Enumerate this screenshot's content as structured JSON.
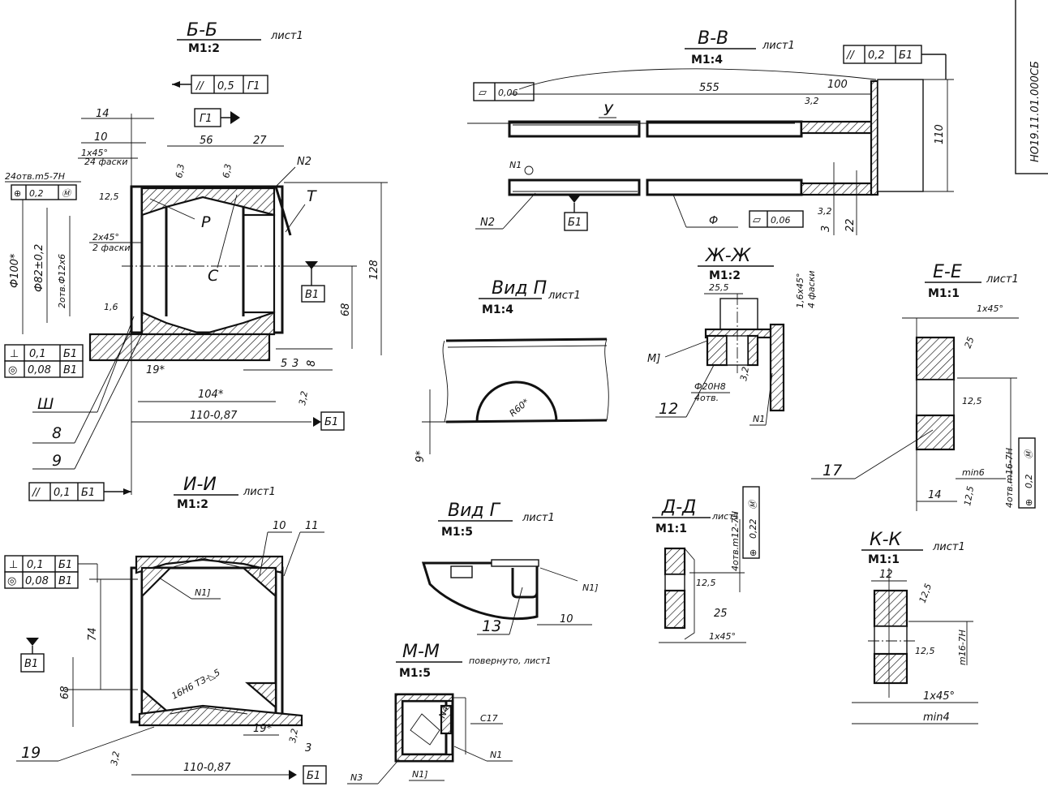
{
  "doc_code": "НО19.11.01.000СБ",
  "sections": {
    "bb": {
      "title": "Б-Б",
      "scale": "М1:2",
      "note": "лист1"
    },
    "vv": {
      "title": "В-В",
      "scale": "М1:4",
      "note": "лист1"
    },
    "zhzh": {
      "title": "Ж-Ж",
      "scale": "М1:2"
    },
    "ee": {
      "title": "Е-Е",
      "scale": "М1:1",
      "note": "лист1"
    },
    "vid_p": {
      "title": "Вид П",
      "scale": "М1:4",
      "note": "лист1"
    },
    "ii": {
      "title": "И-И",
      "scale": "М1:2",
      "note": "лист1"
    },
    "vid_g": {
      "title": "Вид Г",
      "scale": "М1:5",
      "note": "лист1"
    },
    "dd": {
      "title": "Д-Д",
      "scale": "М1:1",
      "note": "лист1"
    },
    "kk": {
      "title": "К-К",
      "scale": "М1:1",
      "note": "лист1"
    },
    "mm": {
      "title": "М-М",
      "scale": "М1:5",
      "note": "повернуто, лист1"
    }
  },
  "tolerances": {
    "bb_parallel": [
      "//",
      "0,5",
      "Г1"
    ],
    "bb_datum": "Г1",
    "bb_position": [
      "⊕",
      "0,2",
      "Ⓜ"
    ],
    "bb_perp": [
      "⊥",
      "0,1",
      "Б1"
    ],
    "bb_concentric": [
      "◎",
      "0,08",
      "В1"
    ],
    "bb_parallel2": [
      "//",
      "0,1",
      "Б1"
    ],
    "bb_datum_b": "В1",
    "bb_datum_b1": "Б1",
    "vv_parallel": [
      "//",
      "0,2",
      "Б1"
    ],
    "vv_flat1": [
      "▱",
      "0,06"
    ],
    "vv_flat2": [
      "▱",
      "0,06"
    ],
    "vv_datum": "Б1",
    "ii_perp": [
      "⊥",
      "0,1",
      "Б1"
    ],
    "ii_concentric": [
      "◎",
      "0,08",
      "В1"
    ],
    "ii_datum_b": "В1",
    "ii_datum_b1": "Б1"
  },
  "dims": {
    "bb": {
      "d14": "14",
      "d10": "10",
      "d56": "56",
      "d27": "27",
      "chamf1": "1x45°",
      "chamf1b": "24 фаски",
      "holes1": "24отв.m5-7H",
      "d125": "12,5",
      "chamf2": "2x45°",
      "chamf2b": "2 фаски",
      "d100": "Ф100*",
      "d82": "Ф82±0,2",
      "holes2": "2отв.Ф12х6",
      "d16": "1,6",
      "d128": "128",
      "d68": "68",
      "d19": "19*",
      "d104": "104*",
      "d110": "110-0,87",
      "d5": "5",
      "d3": "3",
      "d8": "8",
      "r63a": "6,3",
      "r63b": "6,3",
      "r32": "3,2",
      "labels": [
        "Р",
        "С",
        "Т",
        "Ш",
        "8",
        "9",
        "N2"
      ]
    },
    "vv": {
      "d555": "555",
      "d100": "100",
      "d110": "110",
      "d22": "22",
      "d3": "3",
      "r32a": "3,2",
      "r32b": "3,2",
      "labels": [
        "У",
        "N1",
        "N2",
        "Ф"
      ]
    },
    "zhzh": {
      "d255": "25,5",
      "chamf": "1,6x45°",
      "chamf_b": "4 фаски",
      "holes": "Ф20Н8",
      "holes_b": "4отв.",
      "r32": "3,2",
      "labels": [
        "М]",
        "12",
        "N1"
      ]
    },
    "ee": {
      "chamf": "1x45°",
      "d25": "25",
      "r125": "12,5",
      "holes": "4отв.m16-7H",
      "pos": [
        "⊕",
        "0,2",
        "Ⓜ"
      ],
      "min": "min6",
      "d14": "14",
      "r125b": "12,5",
      "labels": [
        "17"
      ]
    },
    "vid_p": {
      "r60": "R60*",
      "d9": "9*"
    },
    "ii": {
      "d74": "74",
      "d68": "68",
      "d19": "19*",
      "d3": "3",
      "r32a": "3,2",
      "r32b": "3,2",
      "d110": "110-0,87",
      "weld": "16Н6 ТЗ-◺5",
      "labels": [
        "10",
        "11",
        "N1]",
        "19"
      ]
    },
    "vid_g": {
      "d10": "10",
      "labels": [
        "N1]",
        "13"
      ]
    },
    "dd": {
      "holes": "4отв.m12-7H",
      "pos": [
        "⊕",
        "0,22",
        "Ⓜ"
      ],
      "r125": "12,5",
      "d25": "25",
      "chamf": "1x45°"
    },
    "kk": {
      "d12": "12",
      "r125a": "12,5",
      "r125b": "12,5",
      "thread": "m16-7H",
      "chamf": "1x45°",
      "min": "min4"
    },
    "mm": {
      "labels": [
        "C17",
        "N4",
        "N1",
        "N1]",
        "N3"
      ]
    }
  }
}
